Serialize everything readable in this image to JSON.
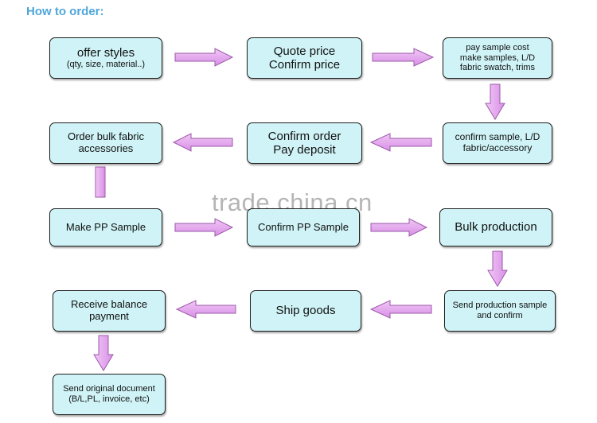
{
  "title": "How to order:",
  "watermark": "trade.china.cn",
  "colors": {
    "box_fill": "#cff3f6",
    "arrow_fill": "#e3a6ee",
    "title": "#4fa6dc"
  },
  "steps": [
    {
      "lines": [
        "offer styles",
        "(qty, size, material..)"
      ]
    },
    {
      "lines": [
        "Quote price",
        "Confirm price"
      ]
    },
    {
      "lines": [
        "pay sample cost",
        "make samples, L/D",
        "fabric swatch, trims"
      ]
    },
    {
      "lines": [
        "confirm sample, L/D",
        "fabric/accessory"
      ]
    },
    {
      "lines": [
        "Confirm order",
        "Pay deposit"
      ]
    },
    {
      "lines": [
        "Order bulk fabric",
        "accessories"
      ]
    },
    {
      "lines": [
        "Make PP Sample"
      ]
    },
    {
      "lines": [
        "Confirm PP Sample"
      ]
    },
    {
      "lines": [
        "Bulk production"
      ]
    },
    {
      "lines": [
        "Send production sample",
        "and confirm"
      ]
    },
    {
      "lines": [
        "Ship goods"
      ]
    },
    {
      "lines": [
        "Receive balance",
        "payment"
      ]
    },
    {
      "lines": [
        "Send original document",
        "(B/L,PL, invoice, etc)"
      ]
    }
  ]
}
